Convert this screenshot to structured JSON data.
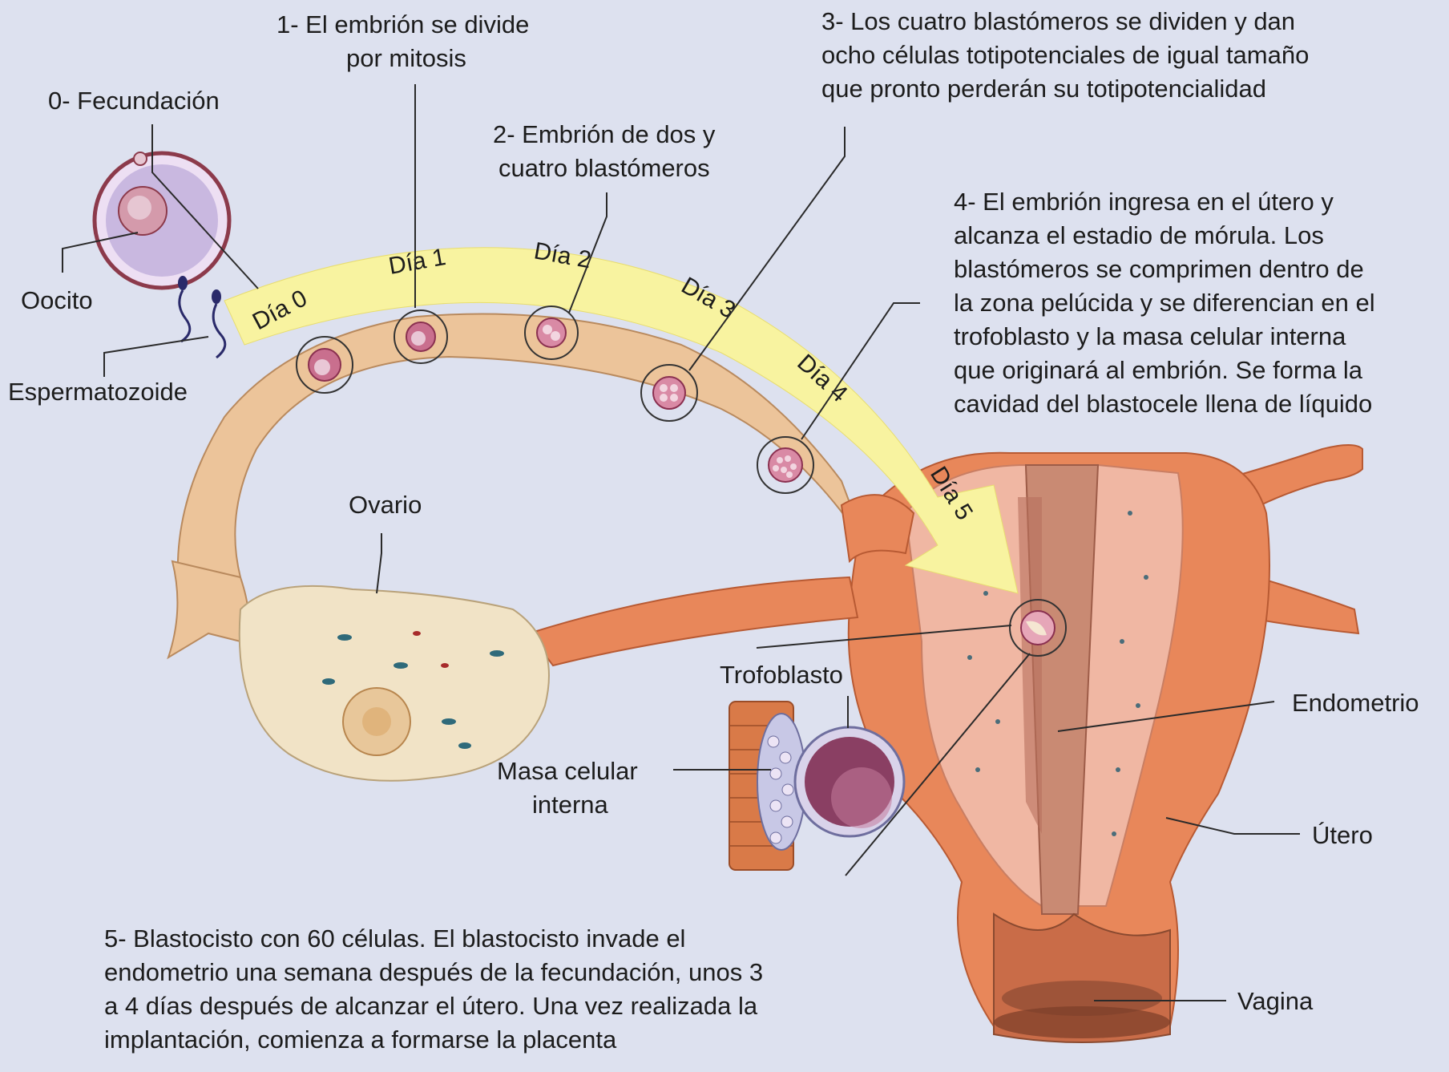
{
  "colors": {
    "background": "#dde1ef",
    "arrow": "#f8f3a0",
    "tube": "#ecc49a",
    "uterus": "#e8875a",
    "endometrium": "#f0b7a3",
    "ovary": "#f1e3c6"
  },
  "days": [
    "Día 0",
    "Día 1",
    "Día 2",
    "Día 3",
    "Día 4",
    "Día 5"
  ],
  "steps": {
    "s0": "0- Fecundación",
    "s1": [
      "1- El embrión se divide",
      "por mitosis"
    ],
    "s2": [
      "2- Embrión de dos y",
      "cuatro blastómeros"
    ],
    "s3": [
      "3- Los cuatro blastómeros se dividen y dan",
      "ocho células totipotenciales de igual tamaño",
      "que pronto perderán su totipotencialidad"
    ],
    "s4": [
      "4- El embrión ingresa en el útero y",
      "alcanza el estadio de mórula. Los",
      "blastómeros se comprimen dentro de",
      "la zona pelúcida y se diferencian en el",
      "trofoblasto y la masa celular interna",
      "que originará al embrión. Se forma la",
      "cavidad del blastocele llena de líquido"
    ],
    "s5": [
      "5- Blastocisto con 60 células. El blastocisto invade el",
      "endometrio una semana después de la fecundación, unos 3",
      "a 4 días después de alcanzar el útero. Una vez realizada la",
      "implantación, comienza a formarse la placenta"
    ]
  },
  "labels": {
    "oocito": "Oocito",
    "espermatozoide": "Espermatozoide",
    "ovario": "Ovario",
    "trofoblasto": "Trofoblasto",
    "masa": [
      "Masa celular",
      "interna"
    ],
    "endometrio": "Endometrio",
    "utero": "Útero",
    "vagina": "Vagina"
  }
}
